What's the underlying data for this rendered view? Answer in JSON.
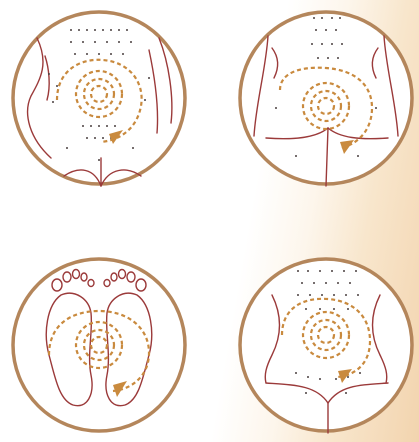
{
  "colors": {
    "ring": "#b4865b",
    "outline": "#9b3a3a",
    "dots": "#4a4040",
    "spiral": "#c98a3e",
    "background_warm": "#f4d9b6"
  },
  "panels": [
    {
      "subject": "lower-back-view",
      "icon": "back-torso-icon"
    },
    {
      "subject": "buttocks-view",
      "icon": "buttocks-icon"
    },
    {
      "subject": "soles-of-feet-view",
      "icon": "feet-soles-icon"
    },
    {
      "subject": "waist-back-view",
      "icon": "waist-back-icon"
    }
  ]
}
